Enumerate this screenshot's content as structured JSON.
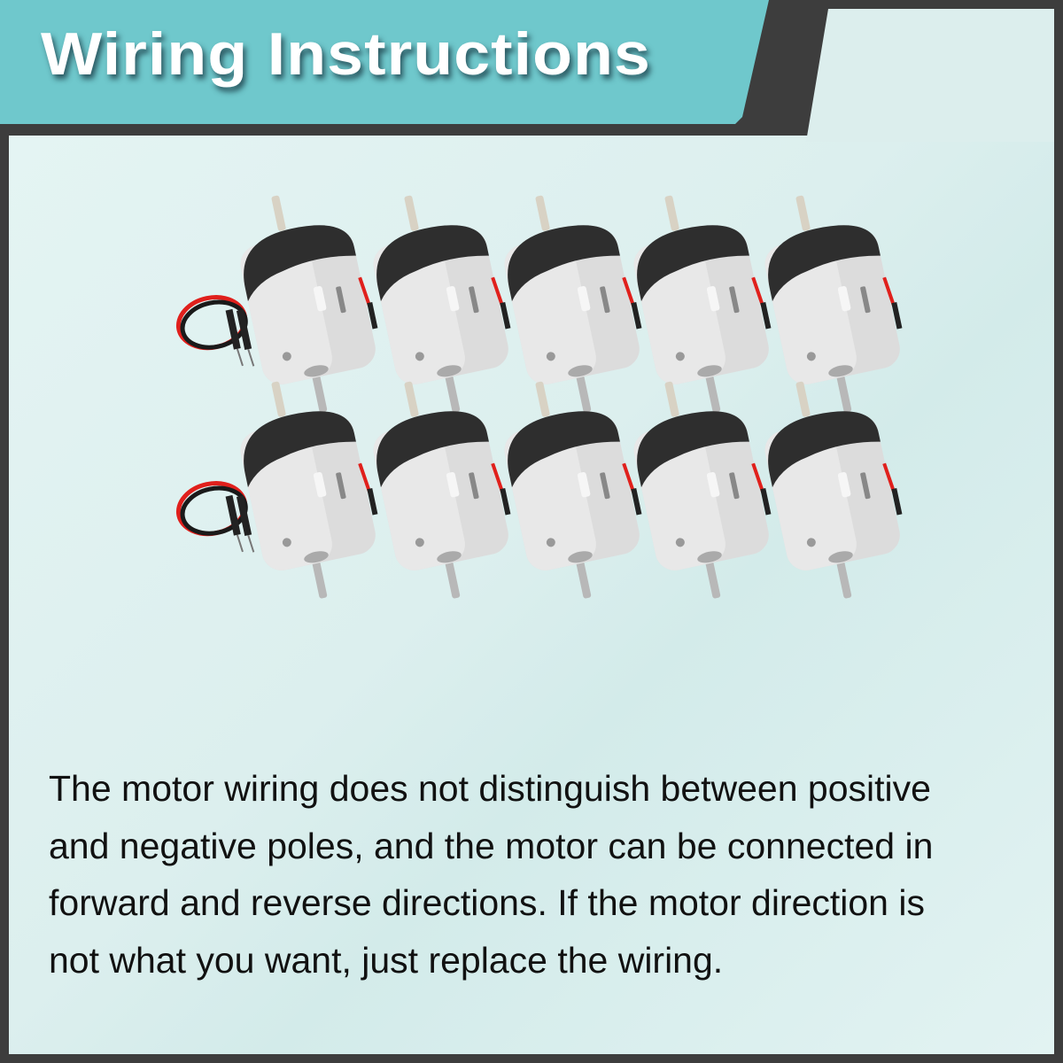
{
  "header": {
    "title": "Wiring Instructions"
  },
  "description": {
    "lines": [
      "The motor wiring does not distinguish between positive",
      "and negative poles, and the motor can be connected in",
      "forward and reverse directions. If the motor direction is",
      "not what you want, just replace the wiring."
    ]
  },
  "colors": {
    "header": "#6fc8cc",
    "frame": "#3d3d3d",
    "panel": "#dff0ef",
    "wire_red": "#e0201c",
    "wire_black": "#1a1a1a"
  },
  "product": {
    "motor_count": 10
  }
}
